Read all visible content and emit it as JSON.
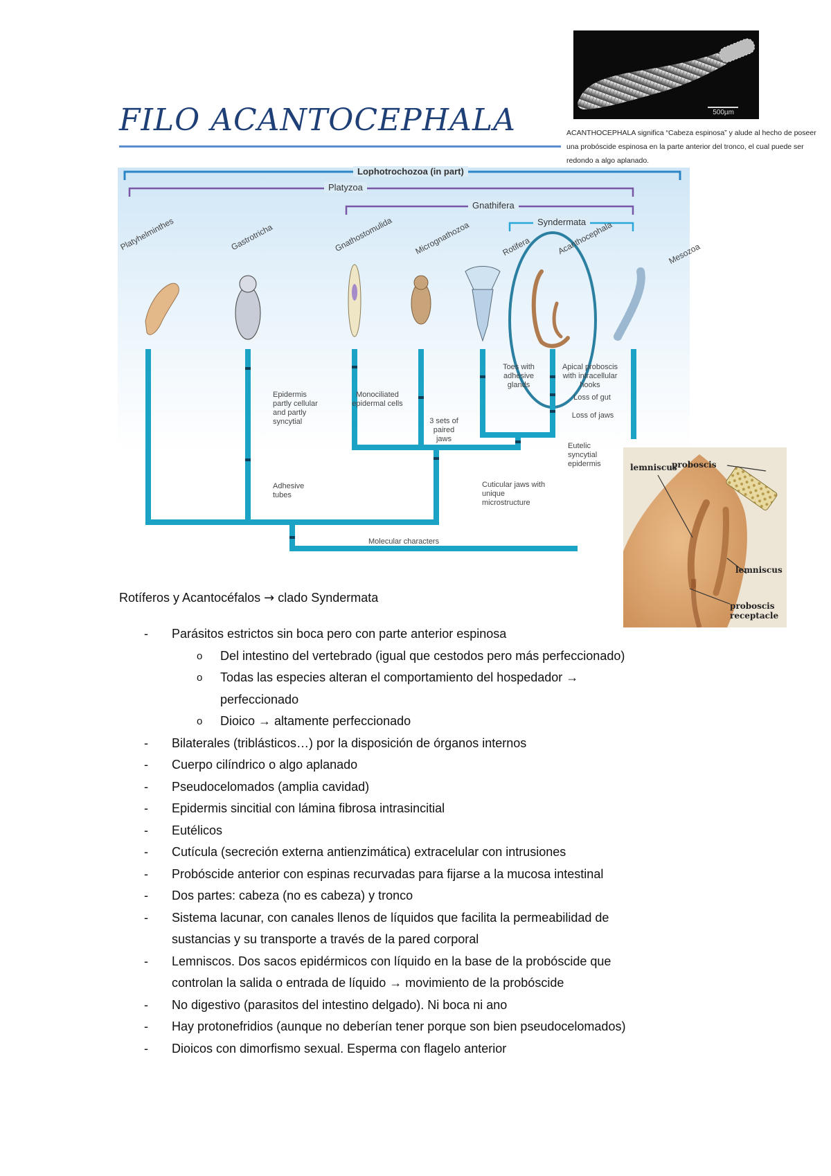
{
  "header": {
    "title": "FILO ACANTOCEPHALA"
  },
  "sem_image": {
    "scale_label": "500µm"
  },
  "caption": "ACANTHOCEPHALA significa “Cabeza espinosa” y alude al hecho de poseer una probóscide espinosa en la parte anterior del tronco, el cual puede ser redondo a algo aplanado.",
  "cladogram": {
    "clades": [
      "Lophotrochozoa (in part)",
      "Platyzoa",
      "Gnathifera",
      "Syndermata"
    ],
    "taxa": [
      "Platyhelminthes",
      "Gastrotricha",
      "Gnathostomulida",
      "Micrognathozoa",
      "Rotifera",
      "Acanthocephala",
      "Mesozoa"
    ],
    "characters": {
      "epidermis": "Epidermis partly cellular and partly syncytial",
      "adhesive": "Adhesive tubes",
      "monociliated": "Monociliated epidermal cells",
      "jaws": "3 sets of paired jaws",
      "toes": "Toes with adhesive glands",
      "proboscis": "Apical proboscis with intracellular hooks",
      "gut": "Loss of gut",
      "loss_jaws": "Loss of jaws",
      "eutelic": "Eutelic syncytial epidermis",
      "cuticular": "Cuticular jaws with unique microstructure",
      "molecular": "Molecular characters"
    },
    "colors": {
      "tree": "#1aa3c4",
      "lophotrochozoa": "#2b85c5",
      "platyzoa": "#7a56a6",
      "gnathifera": "#7a56a6",
      "syndermata": "#2aa7d8",
      "highlight": "#2b7fa0"
    }
  },
  "micro_image": {
    "labels": {
      "proboscis": "proboscis",
      "lemniscus1": "lemniscus",
      "lemniscus2": "lemniscus",
      "receptacle": "proboscis receptacle"
    }
  },
  "intro": {
    "before": "Rotíferos y Acantocéfalos ",
    "arrow": "→",
    "after": " clado Syndermata"
  },
  "bullets": [
    {
      "marker": "-",
      "text": "Parásitos estrictos sin boca pero con parte anterior espinosa"
    },
    {
      "marker": "o",
      "text": "Del intestino del vertebrado (igual que cestodos pero más perfeccionado)"
    },
    {
      "marker": "o",
      "text": "Todas las especies alteran el comportamiento del hospedador →"
    },
    {
      "marker": "",
      "text": "perfeccionado"
    },
    {
      "marker": "o",
      "text": "Dioico → altamente perfeccionado"
    },
    {
      "marker": "-",
      "text": "Bilaterales (triblásticos…) por la disposición de órganos internos"
    },
    {
      "marker": "-",
      "text": "Cuerpo cilíndrico o algo aplanado"
    },
    {
      "marker": "-",
      "text": "Pseudocelomados (amplia cavidad)"
    },
    {
      "marker": "-",
      "text": "Epidermis sincitial con lámina fibrosa intrasincitial"
    },
    {
      "marker": "-",
      "text": "Eutélicos"
    },
    {
      "marker": "-",
      "text": "Cutícula (secreción externa antienzimática) extracelular con intrusiones"
    },
    {
      "marker": "-",
      "text": "Probóscide anterior con espinas recurvadas para fijarse a la mucosa intestinal"
    },
    {
      "marker": "-",
      "text": "Dos partes: cabeza (no es cabeza) y tronco"
    },
    {
      "marker": "-",
      "text": "Sistema lacunar, con canales llenos de líquidos que facilita la permeabilidad de"
    },
    {
      "marker": "",
      "text": "sustancias y su transporte a través de la pared corporal"
    },
    {
      "marker": "-",
      "text": "Lemniscos. Dos sacos epidérmicos con líquido en la base de la probóscide que"
    },
    {
      "marker": "",
      "text": "controlan la salida o entrada de líquido → movimiento de la probóscide"
    },
    {
      "marker": "-",
      "text": "No digestivo (parasitos del intestino delgado). Ni boca ni ano"
    },
    {
      "marker": "-",
      "text": "Hay protonefridios (aunque no deberían tener porque son bien pseudocelomados)"
    },
    {
      "marker": "-",
      "text": "Dioicos con dimorfismo sexual. Esperma con flagelo anterior"
    }
  ]
}
